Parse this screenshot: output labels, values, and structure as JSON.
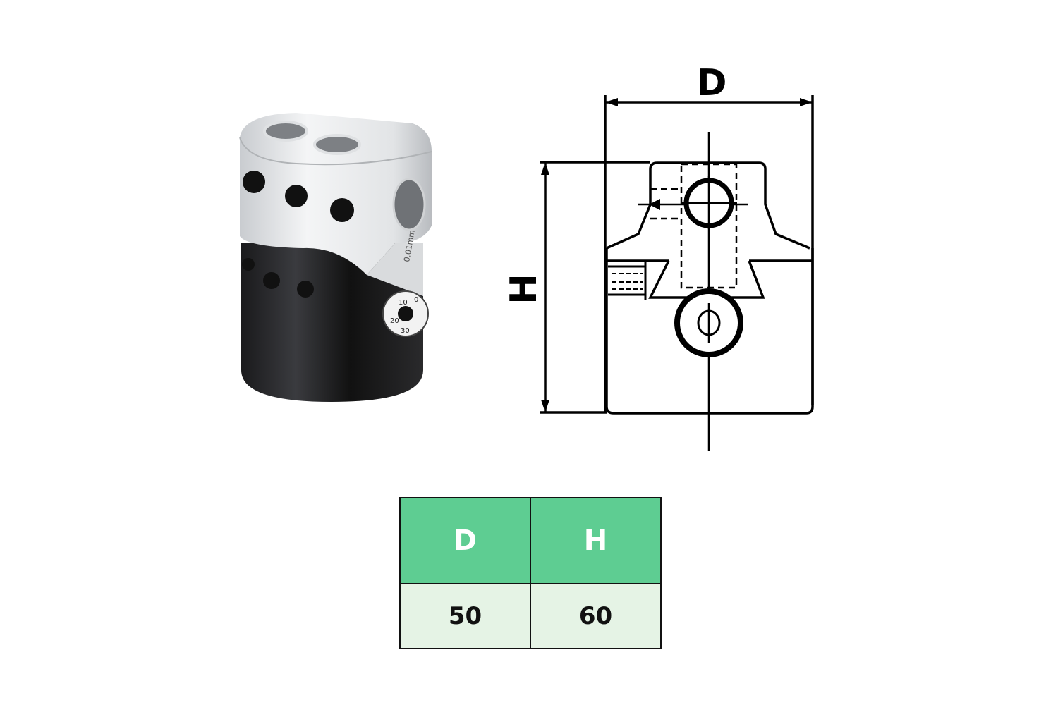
{
  "product_image": {
    "engraving": [
      "0.01mm",
      "0",
      "10",
      "20",
      "30"
    ]
  },
  "drawing": {
    "dimension_d_label": "D",
    "dimension_h_label": "H"
  },
  "spec_table": {
    "headers": [
      "D",
      "H"
    ],
    "values": [
      "50",
      "60"
    ],
    "header_color": "#5ecd92",
    "value_color": "#e5f3e5"
  }
}
